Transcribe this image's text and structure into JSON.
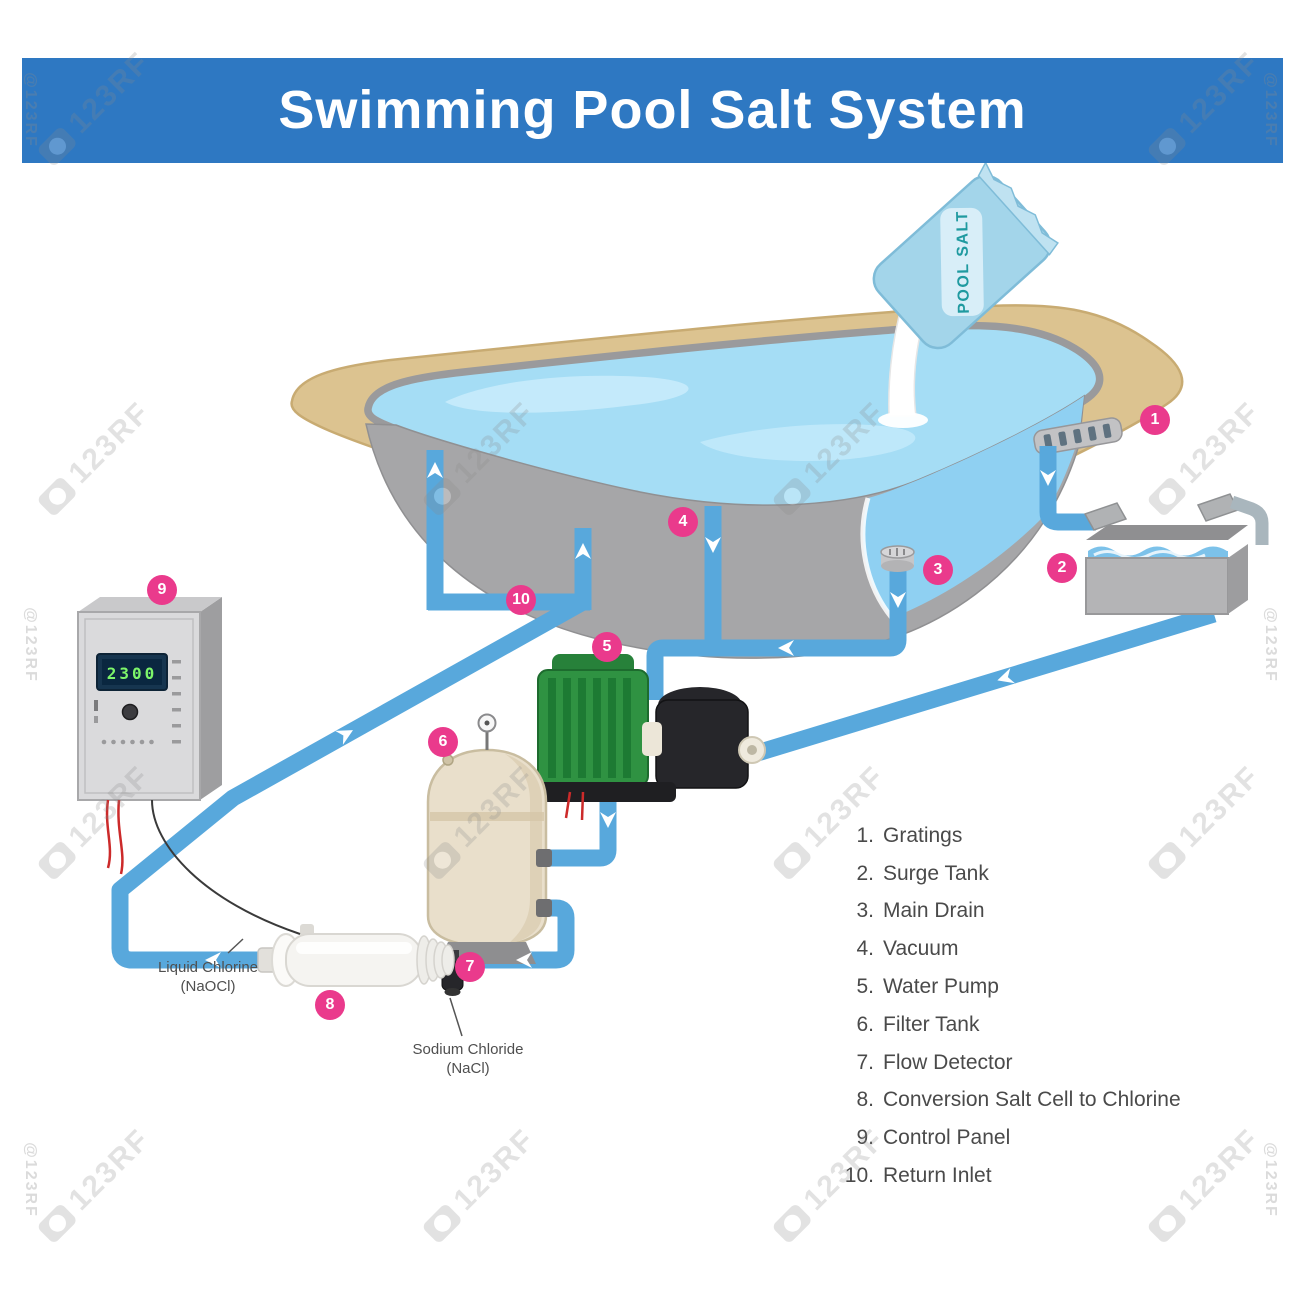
{
  "header": {
    "title": "Swimming Pool Salt System"
  },
  "watermark": {
    "brand": "123RF",
    "edge": "@123RF"
  },
  "diagram": {
    "salt_bag_label": "POOL SALT",
    "control_panel_display": "2300",
    "annotations": {
      "liquid_chlorine_line1": "Liquid Chlorine",
      "liquid_chlorine_line2": "(NaOCl)",
      "sodium_chloride_line1": "Sodium Chloride",
      "sodium_chloride_line2": "(NaCl)"
    },
    "badges": [
      "1",
      "2",
      "3",
      "4",
      "5",
      "6",
      "7",
      "8",
      "9",
      "10"
    ]
  },
  "legend": {
    "items": [
      {
        "num": "1.",
        "label": "Gratings"
      },
      {
        "num": "2.",
        "label": "Surge Tank"
      },
      {
        "num": "3.",
        "label": "Main Drain"
      },
      {
        "num": "4.",
        "label": "Vacuum"
      },
      {
        "num": "5.",
        "label": "Water Pump"
      },
      {
        "num": "6.",
        "label": "Filter Tank"
      },
      {
        "num": "7.",
        "label": "Flow Detector"
      },
      {
        "num": "8.",
        "label": "Conversion Salt Cell to Chlorine"
      },
      {
        "num": "9.",
        "label": "Control Panel"
      },
      {
        "num": "10.",
        "label": "Return Inlet"
      }
    ]
  },
  "colors": {
    "banner_blue": "#2e78c2",
    "pipe_blue": "#58a8dc",
    "water_blue": "#a5ddf5",
    "deck_tan": "#dcc390",
    "badge_pink": "#ea3a8c",
    "pump_green": "#2f9242"
  }
}
